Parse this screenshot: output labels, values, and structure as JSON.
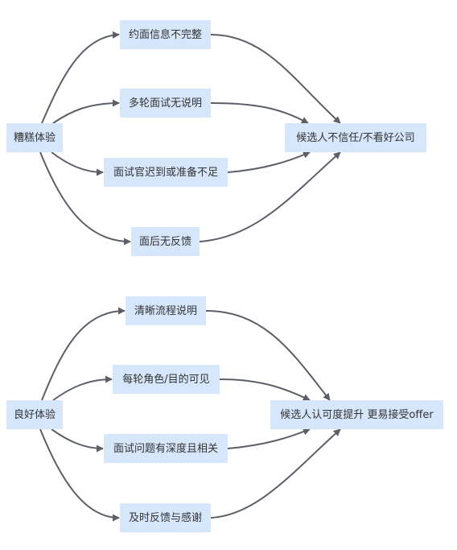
{
  "colors": {
    "node_fill": "#d6e6fb",
    "edge": "#5b6068",
    "text": "#333333"
  },
  "diagram": {
    "groups": [
      {
        "source": "糟糕体验",
        "causes": [
          "约面信息不完整",
          "多轮面试无说明",
          "面试官迟到或准备不足",
          "面后无反馈"
        ],
        "result": "候选人不信任/不看好公司"
      },
      {
        "source": "良好体验",
        "causes": [
          "清晰流程说明",
          "每轮角色/目的可见",
          "面试问题有深度且相关",
          "及时反馈与感谢"
        ],
        "result": "候选人认可度提升 更易接受offer"
      }
    ]
  }
}
